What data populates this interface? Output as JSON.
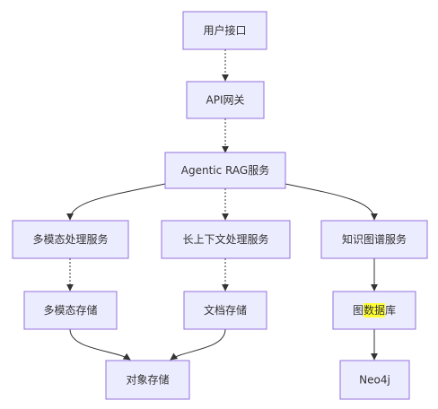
{
  "nodes": {
    "user_interface": "用户接口",
    "api_gateway": "API网关",
    "agentic_rag": "Agentic RAG服务",
    "multimodal_service": "多模态处理服务",
    "long_context_service": "长上下文处理服务",
    "knowledge_graph_service": "知识图谱服务",
    "multimodal_storage": "多模态存储",
    "document_storage": "文档存储",
    "graph_db_prefix": "图",
    "graph_db_highlight": "数据",
    "graph_db_suffix": "库",
    "object_storage": "对象存储",
    "neo4j": "Neo4j"
  },
  "colors": {
    "node_fill": "#ECECFF",
    "node_stroke": "#9370DB",
    "edge": "#333333",
    "text": "#333333",
    "highlight": "#ffff33"
  }
}
